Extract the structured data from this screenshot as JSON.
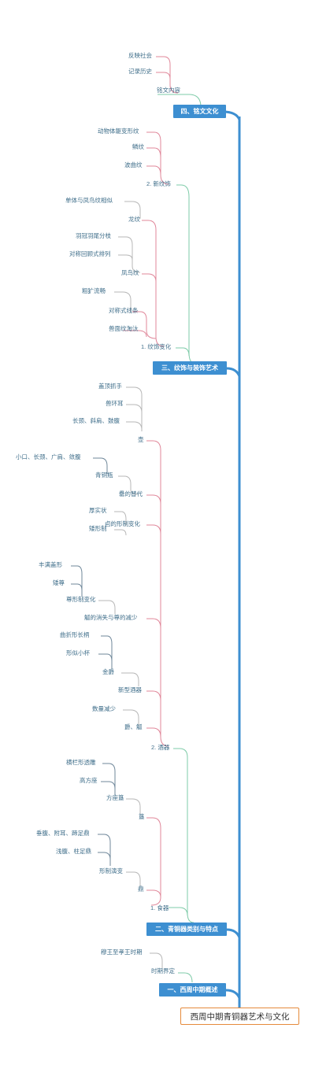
{
  "root": {
    "label": "西周中期青铜器艺术与文化"
  },
  "colors": {
    "section": "#3d8fd1",
    "trunk": "#3d8fd1",
    "green": "#7ecba8",
    "pink": "#e0879a",
    "gray": "#b7b7b7",
    "slate": "#6f879a",
    "root_border": "#e58a3b"
  },
  "sections": {
    "s4": "四、铭文文化",
    "s3": "三、纹饰与装饰艺术",
    "s2": "二、青铜器类别与特点",
    "s1": "一、西周中期概述"
  },
  "s4": {
    "inscription": "铭文内容",
    "reflect_society": "反映社会",
    "record_history": "记录历史"
  },
  "s3": {
    "new_decor": "2. 新纹饰",
    "animal_pattern": "动物体躯变形纹",
    "scale_pattern": "鳞纹",
    "wave_pattern": "波曲纹",
    "decor_change": "1. 纹饰变化",
    "dragon": "龙纹",
    "single_phoenix_dragon": "单体与凤鸟纹相似",
    "phoenix": "凤鸟纹",
    "plume_split": "羽冠羽尾分枝",
    "symmetric_return": "对称回顾式排列",
    "rough_smooth": "粗犷流畅",
    "symmetric_lines": "对称式线条",
    "beast_face_decline": "兽面纹淘汰"
  },
  "s2": {
    "wine": "2. 酒器",
    "hu": "壶",
    "hu_lid": "盖顶抓手",
    "hu_ear": "兽环耳",
    "hu_shape": "长颈、斜肩、鼓腹",
    "bottle_feature": "小口、长颈、广肩、敛腹",
    "bronze_bottle": "青铜瓶",
    "lei_replace": "罍的替代",
    "thick": "厚实状",
    "short_shape": "矮形制",
    "you_change": "卣的形制变化",
    "rich_lid": "丰满盖形",
    "short_zun": "矮尊",
    "zun_change": "尊形制变化",
    "gu_zun_reduce": "觚的消失与尊的减少",
    "curved_handle": "曲折形长柄",
    "cup_like": "形似小杯",
    "jin_jue": "金爵",
    "new_wine": "新型酒器",
    "qty_reduce": "数量减少",
    "jue_jia": "爵、觚",
    "food": "1. 食器",
    "openwork": "横栏形透雕",
    "high_base": "高方座",
    "square_base": "方座簋",
    "gui": "簋",
    "ding_a": "垂腹、附耳、蹄足鼎",
    "ding_b": "浅腹、柱足鼎",
    "shape_evolve": "形制演变",
    "ding": "鼎"
  },
  "s1": {
    "period": "时期界定",
    "kings": "穆王至孝王时期"
  }
}
